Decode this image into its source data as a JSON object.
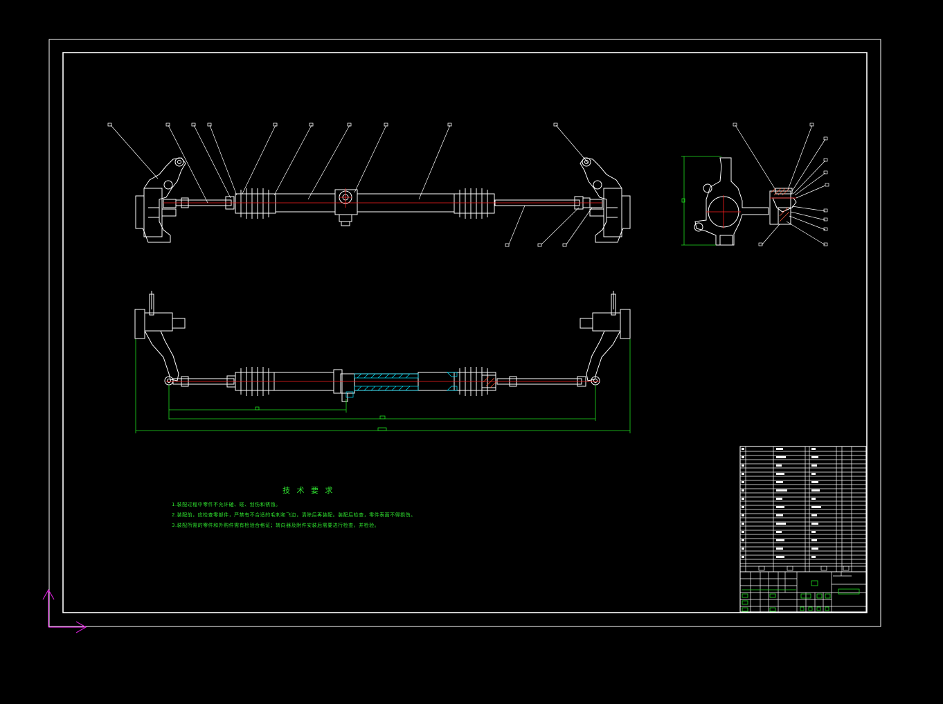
{
  "drawing": {
    "colors": {
      "background": "#000000",
      "frame": "#ffffff",
      "geometry": "#ffffff",
      "centerline": "#ff2020",
      "dimension": "#20e020",
      "hatch": "#00e5ff",
      "ucs_icon": "#d020d0"
    }
  },
  "tech_notes": {
    "title": "技 术 要 求",
    "lines": [
      "1.装配过程中零件不允许磕、碰、划伤和锈蚀。",
      "2.装配前，应检查零部件，严禁有不合适的毛刺和飞边，清除后再装配。装配后检查，零件表面不得损伤。",
      "3.装配所需的零件和外购件需有检验合格证；转向器及附件安装后需要进行检查，并检验。"
    ]
  }
}
